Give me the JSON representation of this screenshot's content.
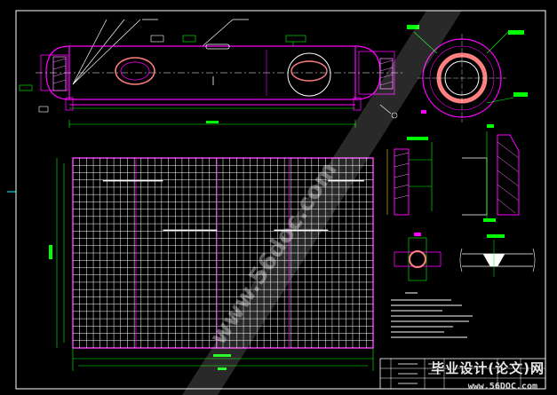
{
  "drawing": {
    "colors": {
      "background": "#000000",
      "frame": "#ffffff",
      "vessel_outline": "#ff00ff",
      "dimension": "#00ff00",
      "hatch": "#ff80ff",
      "grid_outer": "#ff44ff",
      "grid_lines": "#ffffff",
      "flange": "#ff8080",
      "centerline": "#ffff00"
    },
    "views": [
      "vessel-elevation-view",
      "end-view-flange",
      "support-detail",
      "wall-section-detail",
      "tube-sheet-grid-plan",
      "nozzle-detail",
      "weld-detail",
      "technical-requirements",
      "title-block"
    ]
  },
  "watermark": {
    "site_cn": "毕业设计(论文)网",
    "site_url": "www.56DOC.com",
    "diagonal_text": "www.56doc.com"
  }
}
